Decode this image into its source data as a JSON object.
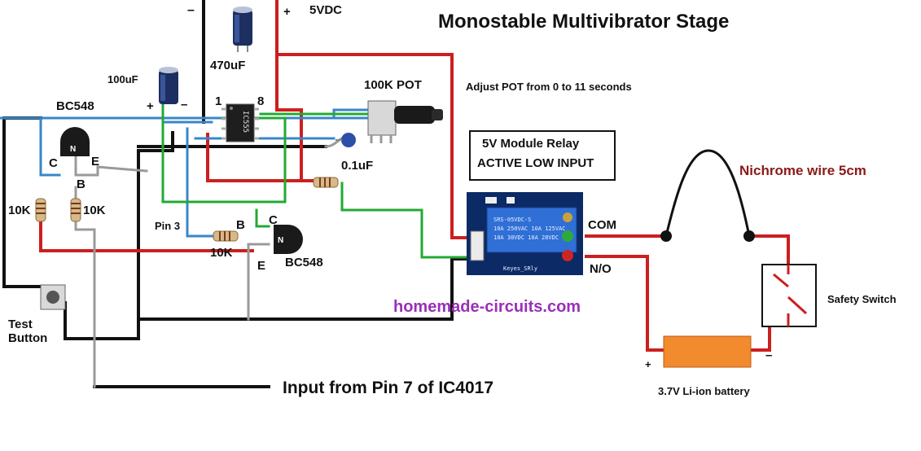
{
  "title": "Monostable Multivibrator Stage",
  "supply": {
    "minus": "–",
    "plus": "+",
    "voltage": "5VDC"
  },
  "capacitors": {
    "c470": "470uF",
    "c100": "100uF",
    "c100_plus": "+",
    "c100_minus": "–",
    "c01": "0.1uF"
  },
  "ic": {
    "label": "IC555",
    "pin1": "1",
    "pin8": "8"
  },
  "pot": {
    "label": "100K POT",
    "note": "Adjust POT from 0 to 11 seconds"
  },
  "relay": {
    "line1": "5V Module Relay",
    "line2": "ACTIVE LOW INPUT",
    "com": "COM",
    "no": "N/O",
    "board_text": [
      "SRS-05VDC-S",
      "10A 250VAC  10A 125VAC",
      "10A 30VDC  10A 28VDC"
    ],
    "brand": "Keyes_SRly"
  },
  "nichrome": "Nichrome wire 5cm",
  "safety_switch": "Safety Switch",
  "battery": {
    "label": "3.7V Li-ion battery",
    "plus": "+",
    "minus": "–"
  },
  "transistors": {
    "t1": {
      "name": "BC548",
      "c": "C",
      "e": "E",
      "b": "B"
    },
    "t2": {
      "name": "BC548",
      "c": "C",
      "e": "E",
      "b": "B"
    }
  },
  "resistors": {
    "r1": "10K",
    "r2": "10K",
    "r3": "10K"
  },
  "pin3": "Pin 3",
  "test_button": [
    "Test",
    "Button"
  ],
  "website": "homemade-circuits.com",
  "input_label": "Input from Pin 7 of IC4017",
  "colors": {
    "red": "#cc1f1f",
    "blue": "#3a86c8",
    "green": "#22aa33",
    "black": "#111111",
    "gray": "#9a9a9a",
    "website": "#9a2fb8",
    "nichrome": "#8b1a1a",
    "battery": "#f28a2e"
  }
}
